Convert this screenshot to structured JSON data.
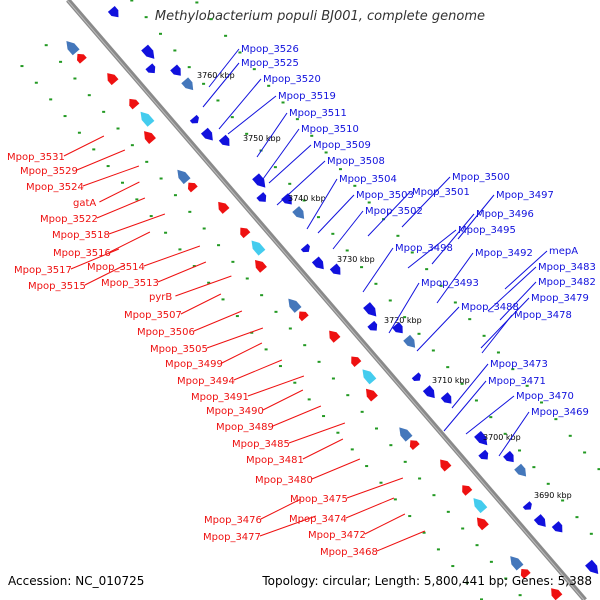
{
  "title": "Methylobacterium populi BJ001, complete genome",
  "footer": {
    "accession": "Accession: NC_010725",
    "topology": "Topology: circular; Length: 5,800,441 bp; Genes: 5,388"
  },
  "colors": {
    "left_genes": "#ee1111",
    "right_genes": "#1111dd",
    "axis": "#888888",
    "ticks": "#229922"
  },
  "kbp_ticks": [
    "3760 kbp",
    "3750 kbp",
    "3740 kbp",
    "3730 kbp",
    "3720 kbp",
    "3710 kbp",
    "3700 kbp",
    "3690 kbp"
  ],
  "left_labels": [
    "Mpop_3531",
    "Mpop_3529",
    "Mpop_3524",
    "gatA",
    "Mpop_3522",
    "Mpop_3518",
    "Mpop_3516",
    "Mpop_3517",
    "Mpop_3514",
    "Mpop_3515",
    "Mpop_3513",
    "pyrB",
    "Mpop_3507",
    "Mpop_3506",
    "Mpop_3505",
    "Mpop_3499",
    "Mpop_3494",
    "Mpop_3491",
    "Mpop_3490",
    "Mpop_3489",
    "Mpop_3485",
    "Mpop_3481",
    "Mpop_3480",
    "Mpop_3475",
    "Mpop_3476",
    "Mpop_3474",
    "Mpop_3477",
    "Mpop_3472",
    "Mpop_3468"
  ],
  "right_labels": [
    "Mpop_3526",
    "Mpop_3525",
    "Mpop_3520",
    "Mpop_3519",
    "Mpop_3511",
    "Mpop_3510",
    "Mpop_3509",
    "Mpop_3508",
    "Mpop_3504",
    "Mpop_3503",
    "Mpop_3501",
    "Mpop_3500",
    "Mpop_3502",
    "Mpop_3497",
    "Mpop_3496",
    "Mpop_3495",
    "Mpop_3498",
    "Mpop_3492",
    "mepA",
    "Mpop_3483",
    "Mpop_3493",
    "Mpop_3482",
    "Mpop_3488",
    "Mpop_3479",
    "Mpop_3478",
    "Mpop_3473",
    "Mpop_3471",
    "Mpop_3470",
    "Mpop_3469"
  ]
}
